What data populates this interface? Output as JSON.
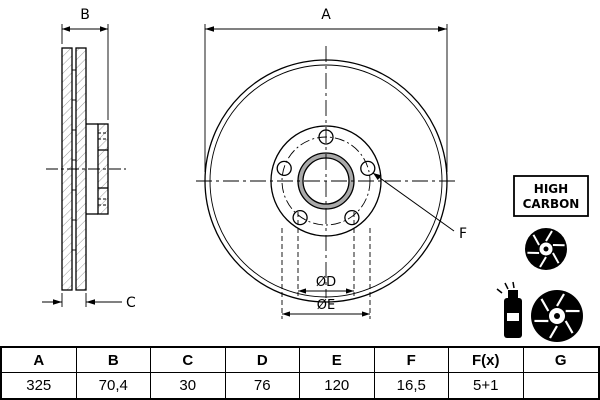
{
  "diagram": {
    "dim_labels": {
      "a": "A",
      "b": "B",
      "c": "C",
      "d": "ØD",
      "e": "ØE",
      "f": "F"
    },
    "badge": {
      "line1": "HIGH",
      "line2": "CARBON"
    }
  },
  "icons": {
    "disc": "brake-disc-icon",
    "coating": "spray-can-and-disc-icon"
  },
  "table": {
    "headers": [
      "A",
      "B",
      "C",
      "D",
      "E",
      "F",
      "F(x)",
      "G"
    ],
    "values": [
      "325",
      "70,4",
      "30",
      "76",
      "120",
      "16,5",
      "5+1",
      ""
    ]
  },
  "colors": {
    "line": "#000000",
    "background": "#ffffff",
    "hatch": "#888888"
  }
}
